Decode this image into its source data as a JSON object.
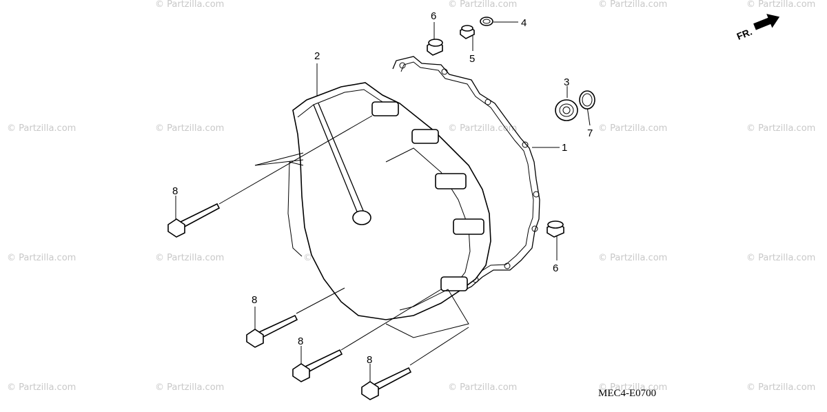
{
  "watermark_text": "© Partzilla.com",
  "diagram_code": "MEC4-E0700",
  "front_arrow_text": "FR.",
  "part_callouts": {
    "p1": "1",
    "p2": "2",
    "p3": "3",
    "p4": "4",
    "p5": "5",
    "p6a": "6",
    "p6b": "6",
    "p7": "7",
    "p8a": "8",
    "p8b": "8",
    "p8c": "8",
    "p8d": "8"
  }
}
